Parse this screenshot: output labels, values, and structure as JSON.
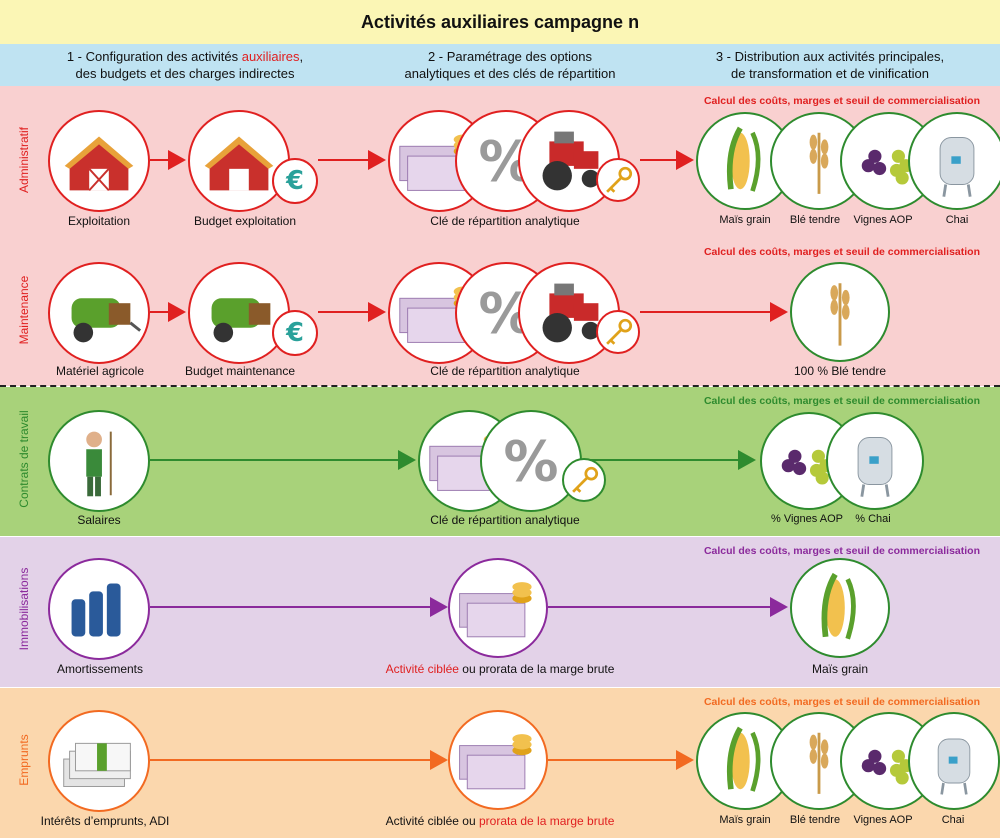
{
  "title": "Activités auxiliaires campagne n",
  "header": {
    "col1_line1_prefix": "1 - Configuration des activités ",
    "col1_line1_highlight": "auxiliaires",
    "col1_line1_suffix": ",",
    "col1_line2": "des budgets et des charges indirectes",
    "col2_line1": "2 - Paramétrage des options",
    "col2_line2": "analytiques et des clés de répartition",
    "col3_line1": "3 - Distribution aux activités principales,",
    "col3_line2": "de transformation et de vinification"
  },
  "rows": {
    "administratif": {
      "label": "Administratif",
      "calc": "Calcul des coûts, marges et seuil de commercialisation",
      "c1": "Exploitation",
      "c2": "Budget exploitation",
      "c3": "Clé de répartition analytique",
      "targets": [
        "Maïs grain",
        "Blé tendre",
        "Vignes AOP",
        "Chai"
      ]
    },
    "maintenance": {
      "label": "Maintenance",
      "calc": "Calcul des coûts, marges et seuil de commercialisation",
      "c1": "Matériel agricole",
      "c2": "Budget maintenance",
      "c3": "Clé de répartition analytique",
      "target": "100 % Blé tendre"
    },
    "contrats": {
      "label": "Contrats de travail",
      "calc": "Calcul des coûts, marges et seuil de commercialisation",
      "c1": "Salaires",
      "c3": "Clé de répartition analytique",
      "targets": [
        "% Vignes AOP",
        "% Chai"
      ]
    },
    "immobilisations": {
      "label": "Immobilisations",
      "calc": "Calcul des coûts, marges et seuil de commercialisation",
      "c1": "Amortissements",
      "c3_highlight": "Activité ciblée",
      "c3_rest": " ou prorata de la marge brute",
      "target": "Maïs grain"
    },
    "emprunts": {
      "label": "Emprunts",
      "calc": "Calcul des coûts, marges et seuil de commercialisation",
      "c1": "Intérêts d’emprunts, ADI",
      "c3_prefix": "Activité ciblée ou ",
      "c3_highlight": "prorata de la marge brute",
      "targets": [
        "Maïs grain",
        "Blé tendre",
        "Vignes AOP",
        "Chai"
      ]
    }
  },
  "colors": {
    "administratif_bg": "#f9d0d0",
    "administratif_accent": "#e02020",
    "contrats_bg": "#a8d27a",
    "contrats_accent": "#2e8b2e",
    "immobilisations_bg": "#e3d2e8",
    "immobilisations_accent": "#8b2a9c",
    "emprunts_bg": "#fbd7ad",
    "emprunts_accent": "#f26a21",
    "header_bg": "#bfe3f2",
    "title_bg": "#fbf6b5"
  }
}
